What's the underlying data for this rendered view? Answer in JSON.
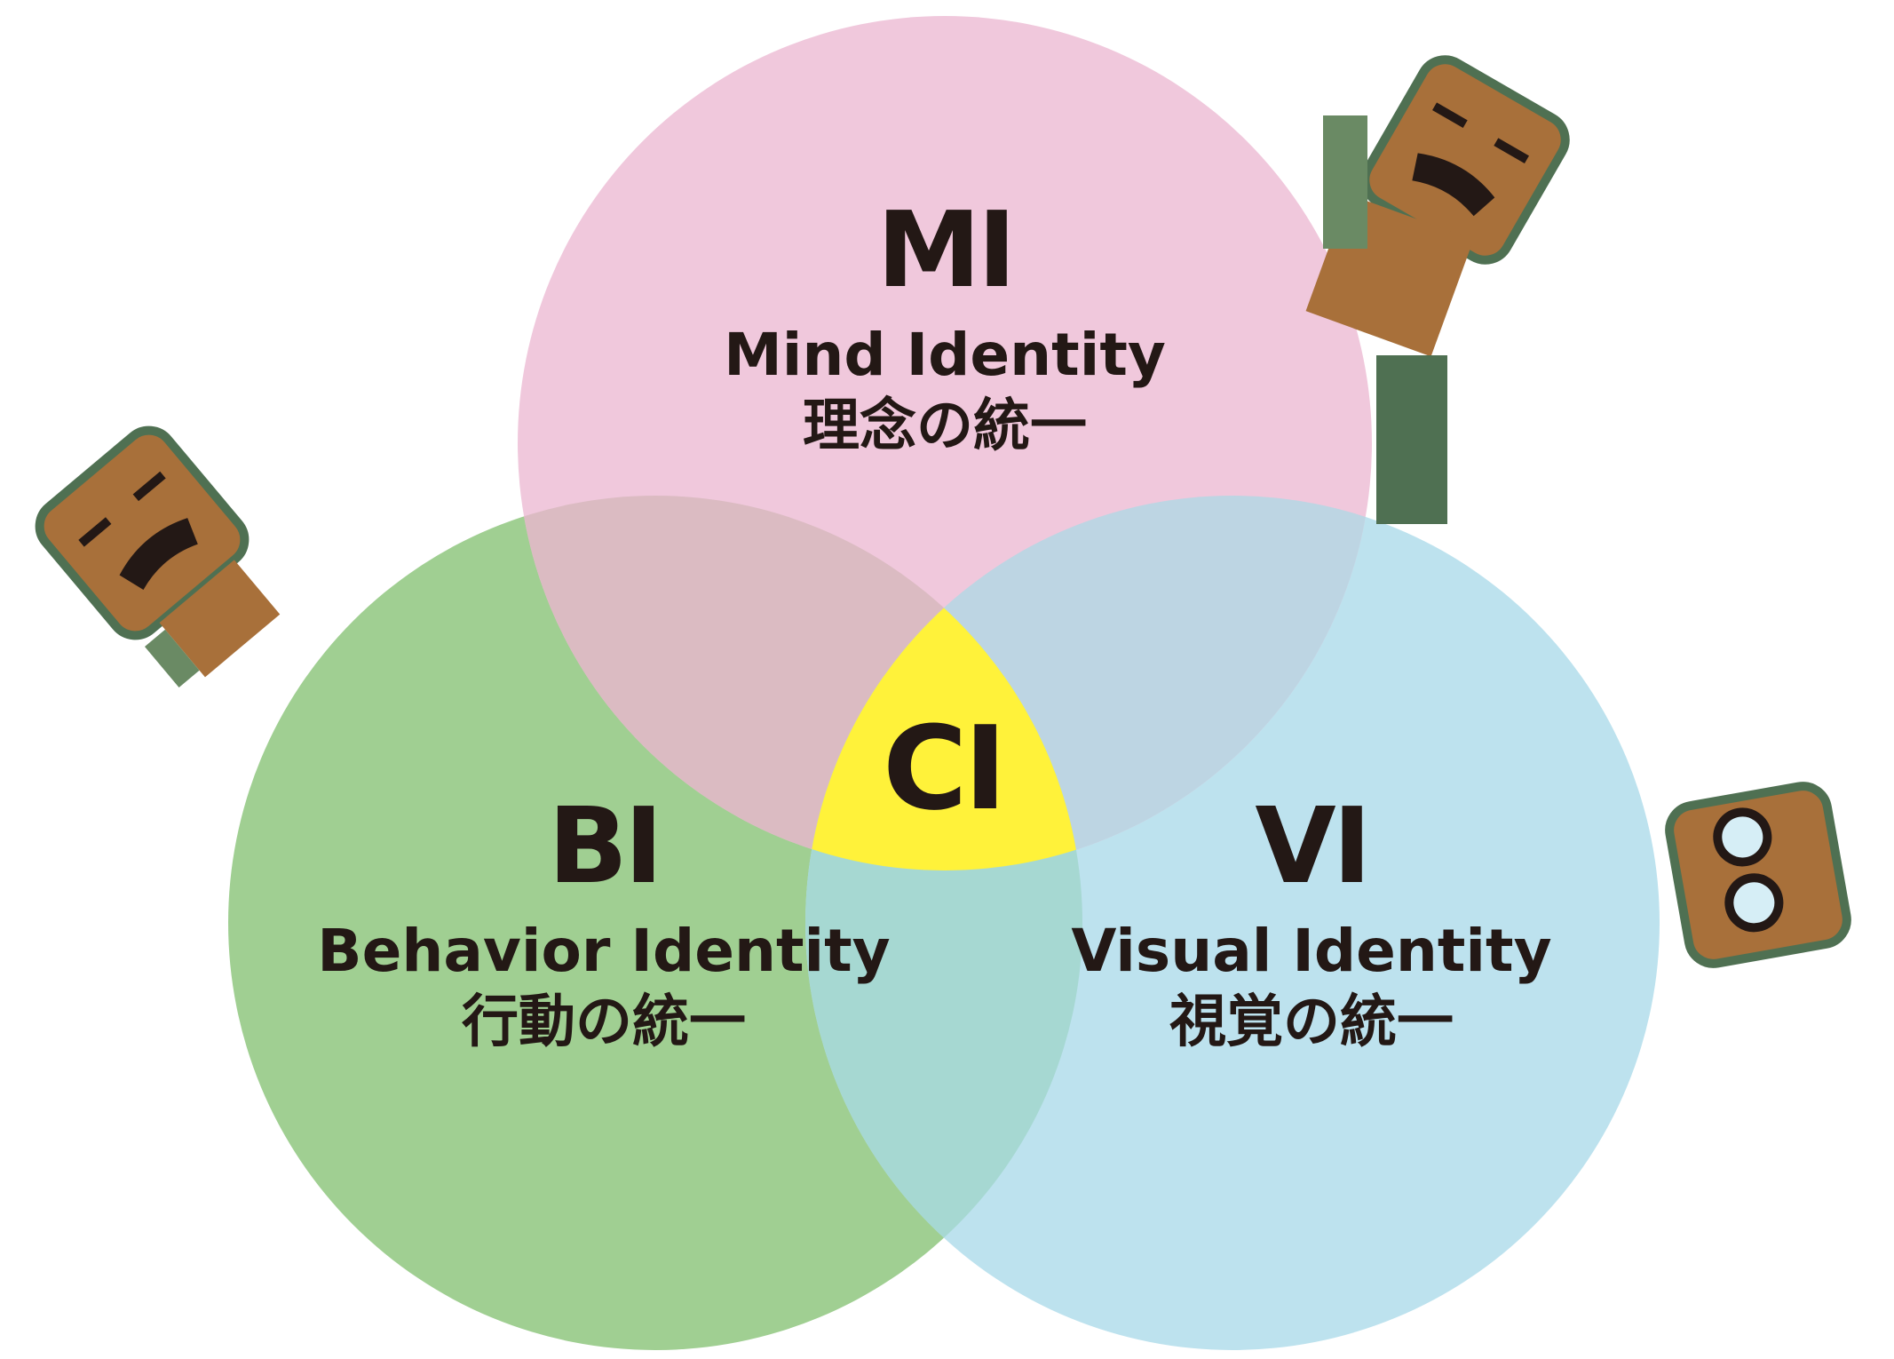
{
  "diagram": {
    "center": {
      "label": "CI",
      "color": "#fff23a"
    },
    "circles": [
      {
        "id": "mi",
        "abbr": "MI",
        "english": "Mind Identity",
        "japanese": "理念の統一",
        "color": "#f0c8dc"
      },
      {
        "id": "bi",
        "abbr": "BI",
        "english": "Behavior Identity",
        "japanese": "行動の統一",
        "color": "#a0cf92"
      },
      {
        "id": "vi",
        "abbr": "VI",
        "english": "Visual Identity",
        "japanese": "視覚の統一",
        "color": "#bde2ee"
      }
    ],
    "overlap_colors": {
      "mi_bi": "#dbbbc2",
      "mi_vi": "#bdd5e3",
      "bi_vi": "#a6d8d2"
    },
    "text_color": "#231815"
  }
}
